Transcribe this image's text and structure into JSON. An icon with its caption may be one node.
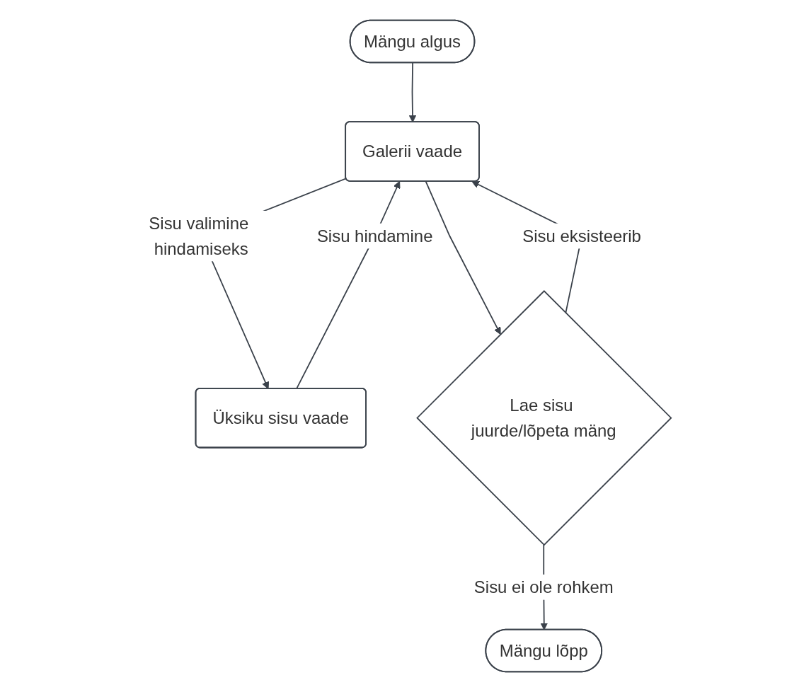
{
  "diagram": {
    "nodes": [
      {
        "text": [
          "Mängu algus"
        ]
      },
      {
        "text": [
          "Galerii vaade"
        ]
      },
      {
        "text": [
          "Üksiku sisu vaade"
        ]
      },
      {
        "text": [
          "Lae sisu juurde/lõpeta mäng"
        ]
      },
      {
        "text": [
          "Mängu lõpp"
        ]
      }
    ],
    "edges": [
      {
        "from": 0,
        "to": 1,
        "arrow": "to"
      },
      {
        "from": 1,
        "to": 2,
        "arrow": "to",
        "label": "Sisu valimine hindamiseks"
      },
      {
        "from": 2,
        "to": 1,
        "arrow": "to",
        "label": "Sisu hindamine"
      },
      {
        "from": 1,
        "to": 3,
        "arrow": "to"
      },
      {
        "from": 3,
        "to": 1,
        "arrow": "to",
        "label": "Sisu eksisteerib"
      },
      {
        "from": 3,
        "to": 4,
        "arrow": "to",
        "label": "Sisu ei ole rohkem"
      }
    ]
  }
}
